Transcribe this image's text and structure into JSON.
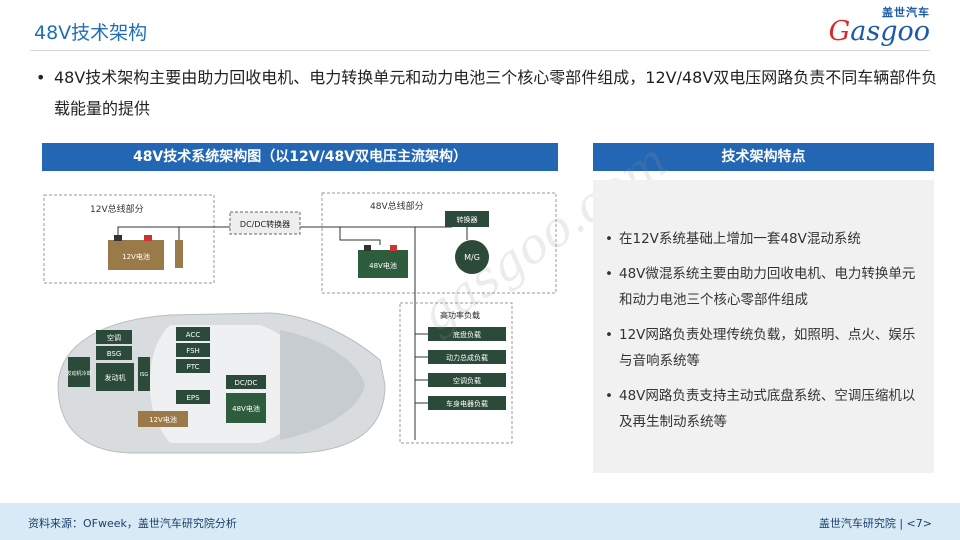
{
  "header": {
    "title": "48V技术架构",
    "logo_cn": "盖世汽车",
    "logo_en": "asgoo",
    "logo_initial": "G"
  },
  "intro": {
    "bullet": "•",
    "text": "48V技术架构主要由助力回收电机、电力转换单元和动力电池三个核心零部件组成，12V/48V双电压网路负责不同车辆部件负载能量的提供"
  },
  "left_panel": {
    "header": "48V技术系统架构图（以12V/48V双电压主流架构）",
    "diagram": {
      "bus12_label": "12V总线部分",
      "bus48_label": "48V总线部分",
      "dcdc_label": "DC/DC转换器",
      "battery12": "12V电池",
      "battery48": "48V电池",
      "converter": "转换器",
      "mg": "M/G",
      "load_title": "高功率负载",
      "loads": [
        "底盘负载",
        "动力总成负载",
        "空调负载",
        "车身电器负载"
      ],
      "car_parts": {
        "aircon": "空调",
        "bsg": "BSG",
        "engine": "发动机",
        "engine_cool": "发动机冷却",
        "isg": "ISG",
        "acc": "ACC",
        "fsh": "FSH",
        "ptc": "PTC",
        "eps": "EPS",
        "dcdc": "DC/DC",
        "bat48": "48V电池",
        "bat12": "12V电池"
      }
    }
  },
  "right_panel": {
    "header": "技术架构特点",
    "items": [
      "在12V系统基础上增加一套48V混动系统",
      "48V微混系统主要由助力回收电机、电力转换单元和动力电池三个核心零部件组成",
      "12V网路负责处理传统负载，如照明、点火、娱乐与音响系统等",
      "48V网路负责支持主动式底盘系统、空调压缩机以及再生制动系统等"
    ]
  },
  "footer": {
    "source": "资料来源：OFweek，盖世汽车研究院分析",
    "page": "盖世汽车研究院 | <7>"
  },
  "watermark": {
    "text": "gasgoo.com"
  },
  "colors": {
    "accent": "#2266b4",
    "title": "#1f6fb8",
    "battery12": "#9b7a4a",
    "battery48": "#2e5d3e",
    "dark_green": "#2c4a39",
    "footer_bg": "#d7eaf6"
  }
}
